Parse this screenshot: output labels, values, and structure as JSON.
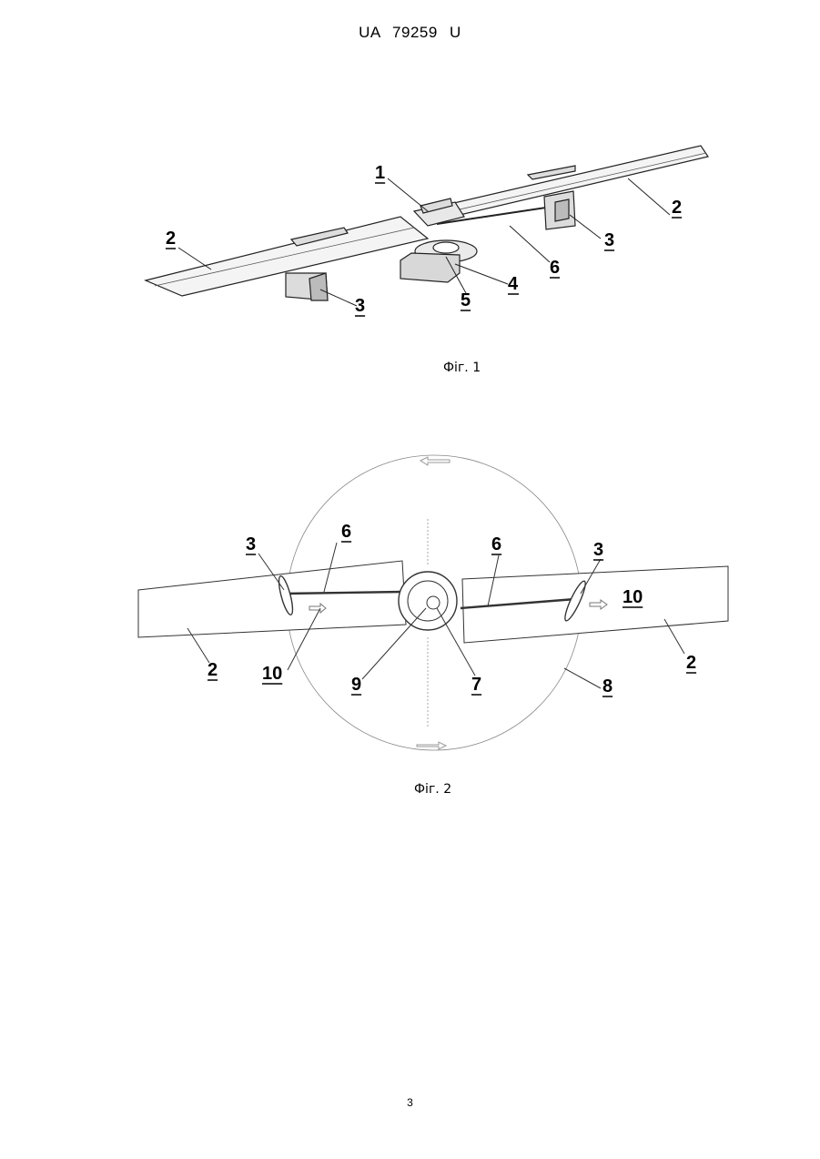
{
  "header": {
    "doc_id": "UA   79259   U"
  },
  "figure1": {
    "caption": "Фіг. 1",
    "labels": {
      "l1": "1",
      "l2a": "2",
      "l2b": "2",
      "l3a": "3",
      "l3b": "3",
      "l4": "4",
      "l5": "5",
      "l6": "6"
    }
  },
  "figure2": {
    "caption": "Фіг. 2",
    "labels": {
      "l2a": "2",
      "l2b": "2",
      "l3a": "3",
      "l3b": "3",
      "l6a": "6",
      "l6b": "6",
      "l7": "7",
      "l8": "8",
      "l9": "9",
      "l10a": "10",
      "l10b": "10"
    }
  },
  "footer": {
    "page_number": "3"
  }
}
